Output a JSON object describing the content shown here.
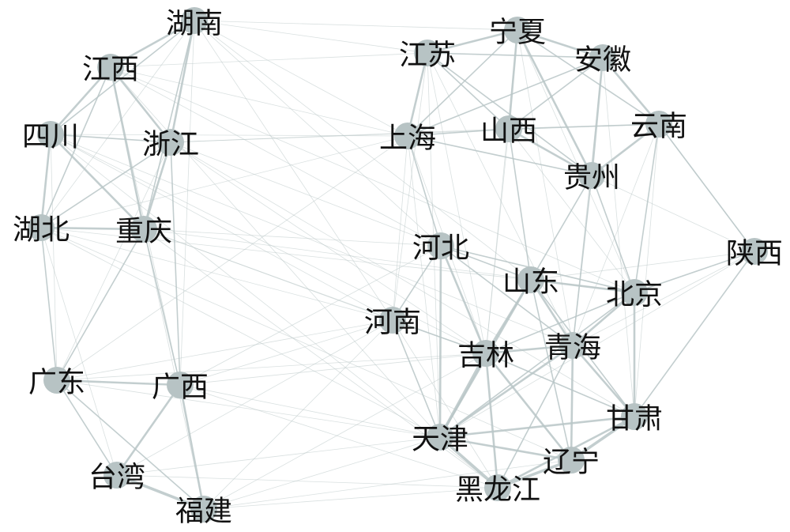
{
  "nodes": [
    {
      "id": "hunan",
      "label": "湖南"
    },
    {
      "id": "jiangxi",
      "label": "江西"
    },
    {
      "id": "sichuan",
      "label": "四川"
    },
    {
      "id": "zhejiang",
      "label": "浙江"
    },
    {
      "id": "hubei",
      "label": "湖北"
    },
    {
      "id": "chongqing",
      "label": "重庆"
    },
    {
      "id": "guangdong",
      "label": "广东"
    },
    {
      "id": "guangxi",
      "label": "广西"
    },
    {
      "id": "taiwan",
      "label": "台湾"
    },
    {
      "id": "fujian",
      "label": "福建"
    },
    {
      "id": "jiangsu",
      "label": "江苏"
    },
    {
      "id": "ningxia",
      "label": "宁夏"
    },
    {
      "id": "anhui",
      "label": "安徽"
    },
    {
      "id": "yunnan",
      "label": "云南"
    },
    {
      "id": "shanghai",
      "label": "上海"
    },
    {
      "id": "shanxi",
      "label": "山西"
    },
    {
      "id": "guizhou",
      "label": "贵州"
    },
    {
      "id": "shaanxi",
      "label": "陕西"
    },
    {
      "id": "hebei",
      "label": "河北"
    },
    {
      "id": "shandong",
      "label": "山东"
    },
    {
      "id": "beijing",
      "label": "北京"
    },
    {
      "id": "henan",
      "label": "河南"
    },
    {
      "id": "jilin",
      "label": "吉林"
    },
    {
      "id": "qinghai",
      "label": "青海"
    },
    {
      "id": "gansu",
      "label": "甘肃"
    },
    {
      "id": "tianjin",
      "label": "天津"
    },
    {
      "id": "liaoning",
      "label": "辽宁"
    },
    {
      "id": "heilongjiang",
      "label": "黑龙江"
    }
  ],
  "edges": [
    [
      "hunan",
      "jiangxi",
      3
    ],
    [
      "hunan",
      "zhejiang",
      3
    ],
    [
      "hunan",
      "chongqing",
      2
    ],
    [
      "hunan",
      "sichuan",
      2
    ],
    [
      "hunan",
      "hubei",
      1
    ],
    [
      "jiangxi",
      "sichuan",
      3
    ],
    [
      "jiangxi",
      "zhejiang",
      3
    ],
    [
      "jiangxi",
      "chongqing",
      3
    ],
    [
      "jiangxi",
      "hubei",
      2
    ],
    [
      "sichuan",
      "hubei",
      3
    ],
    [
      "sichuan",
      "chongqing",
      3
    ],
    [
      "sichuan",
      "zhejiang",
      2
    ],
    [
      "zhejiang",
      "chongqing",
      3
    ],
    [
      "zhejiang",
      "hubei",
      2
    ],
    [
      "zhejiang",
      "guangxi",
      2
    ],
    [
      "zhejiang",
      "guangdong",
      1
    ],
    [
      "hubei",
      "chongqing",
      3
    ],
    [
      "hubei",
      "guangdong",
      2
    ],
    [
      "chongqing",
      "guangxi",
      2
    ],
    [
      "chongqing",
      "guangdong",
      2
    ],
    [
      "chongqing",
      "fujian",
      1
    ],
    [
      "guangdong",
      "guangxi",
      3
    ],
    [
      "guangdong",
      "taiwan",
      2
    ],
    [
      "guangdong",
      "fujian",
      2
    ],
    [
      "guangxi",
      "taiwan",
      3
    ],
    [
      "guangxi",
      "fujian",
      3
    ],
    [
      "taiwan",
      "fujian",
      4
    ],
    [
      "hubei",
      "taiwan",
      1
    ],
    [
      "sichuan",
      "guangdong",
      1
    ],
    [
      "jiangxi",
      "guangxi",
      1
    ],
    [
      "hunan",
      "guangxi",
      1
    ],
    [
      "jiangsu",
      "ningxia",
      3
    ],
    [
      "ningxia",
      "anhui",
      3
    ],
    [
      "anhui",
      "yunnan",
      3
    ],
    [
      "jiangsu",
      "shanghai",
      3
    ],
    [
      "jiangsu",
      "shanxi",
      2
    ],
    [
      "jiangsu",
      "guizhou",
      2
    ],
    [
      "jiangsu",
      "anhui",
      2
    ],
    [
      "ningxia",
      "shanxi",
      3
    ],
    [
      "ningxia",
      "guizhou",
      3
    ],
    [
      "ningxia",
      "shanghai",
      2
    ],
    [
      "ningxia",
      "yunnan",
      2
    ],
    [
      "anhui",
      "guizhou",
      3
    ],
    [
      "anhui",
      "shanxi",
      2
    ],
    [
      "anhui",
      "shanghai",
      2
    ],
    [
      "yunnan",
      "guizhou",
      3
    ],
    [
      "yunnan",
      "shanxi",
      2
    ],
    [
      "yunnan",
      "beijing",
      2
    ],
    [
      "yunnan",
      "shaanxi",
      1
    ],
    [
      "shanghai",
      "shanxi",
      2
    ],
    [
      "shanghai",
      "guizhou",
      2
    ],
    [
      "shanghai",
      "hebei",
      2
    ],
    [
      "shanghai",
      "henan",
      1
    ],
    [
      "shanxi",
      "guizhou",
      3
    ],
    [
      "shanxi",
      "shandong",
      2
    ],
    [
      "guizhou",
      "shandong",
      2
    ],
    [
      "guizhou",
      "qinghai",
      2
    ],
    [
      "guizhou",
      "beijing",
      2
    ],
    [
      "shaanxi",
      "beijing",
      2
    ],
    [
      "shaanxi",
      "gansu",
      2
    ],
    [
      "shaanxi",
      "yunnan",
      2
    ],
    [
      "shaanxi",
      "guizhou",
      1
    ],
    [
      "shaanxi",
      "shandong",
      1
    ],
    [
      "shaanxi",
      "qinghai",
      1
    ],
    [
      "shaanxi",
      "tianjin",
      1
    ],
    [
      "hebei",
      "henan",
      2
    ],
    [
      "hebei",
      "shandong",
      2
    ],
    [
      "hebei",
      "jilin",
      3
    ],
    [
      "hebei",
      "tianjin",
      3
    ],
    [
      "hebei",
      "beijing",
      2
    ],
    [
      "hebei",
      "qinghai",
      2
    ],
    [
      "shandong",
      "beijing",
      3
    ],
    [
      "shandong",
      "jilin",
      3
    ],
    [
      "shandong",
      "qinghai",
      3
    ],
    [
      "shandong",
      "tianjin",
      3
    ],
    [
      "shandong",
      "gansu",
      2
    ],
    [
      "shandong",
      "liaoning",
      2
    ],
    [
      "beijing",
      "qinghai",
      3
    ],
    [
      "beijing",
      "gansu",
      3
    ],
    [
      "beijing",
      "jilin",
      2
    ],
    [
      "beijing",
      "tianjin",
      2
    ],
    [
      "henan",
      "jilin",
      2
    ],
    [
      "henan",
      "tianjin",
      2
    ],
    [
      "henan",
      "heilongjiang",
      1
    ],
    [
      "jilin",
      "qinghai",
      3
    ],
    [
      "jilin",
      "tianjin",
      4
    ],
    [
      "jilin",
      "heilongjiang",
      3
    ],
    [
      "jilin",
      "liaoning",
      3
    ],
    [
      "jilin",
      "gansu",
      2
    ],
    [
      "qinghai",
      "gansu",
      3
    ],
    [
      "qinghai",
      "liaoning",
      3
    ],
    [
      "qinghai",
      "tianjin",
      3
    ],
    [
      "qinghai",
      "heilongjiang",
      2
    ],
    [
      "gansu",
      "liaoning",
      4
    ],
    [
      "gansu",
      "tianjin",
      3
    ],
    [
      "gansu",
      "heilongjiang",
      3
    ],
    [
      "tianjin",
      "heilongjiang",
      4
    ],
    [
      "tianjin",
      "liaoning",
      3
    ],
    [
      "liaoning",
      "heilongjiang",
      4
    ],
    [
      "hunan",
      "jiangsu",
      1
    ],
    [
      "hunan",
      "ningxia",
      1
    ],
    [
      "hunan",
      "shanghai",
      1
    ],
    [
      "hunan",
      "hebei",
      1
    ],
    [
      "hunan",
      "henan",
      1
    ],
    [
      "hunan",
      "shandong",
      1
    ],
    [
      "jiangxi",
      "jiangsu",
      1
    ],
    [
      "jiangxi",
      "shanghai",
      1
    ],
    [
      "jiangxi",
      "hebei",
      1
    ],
    [
      "jiangxi",
      "tianjin",
      1
    ],
    [
      "jiangxi",
      "beijing",
      1
    ],
    [
      "sichuan",
      "shanghai",
      1
    ],
    [
      "sichuan",
      "henan",
      1
    ],
    [
      "sichuan",
      "jilin",
      1
    ],
    [
      "sichuan",
      "qinghai",
      1
    ],
    [
      "sichuan",
      "heilongjiang",
      1
    ],
    [
      "zhejiang",
      "shanxi",
      1
    ],
    [
      "zhejiang",
      "hebei",
      1
    ],
    [
      "zhejiang",
      "jilin",
      1
    ],
    [
      "zhejiang",
      "gansu",
      1
    ],
    [
      "zhejiang",
      "yunnan",
      1
    ],
    [
      "hubei",
      "shanghai",
      1
    ],
    [
      "hubei",
      "henan",
      1
    ],
    [
      "hubei",
      "tianjin",
      1
    ],
    [
      "hubei",
      "liaoning",
      1
    ],
    [
      "hubei",
      "shandong",
      1
    ],
    [
      "chongqing",
      "hebei",
      1
    ],
    [
      "chongqing",
      "henan",
      1
    ],
    [
      "chongqing",
      "jilin",
      1
    ],
    [
      "chongqing",
      "heilongjiang",
      1
    ],
    [
      "chongqing",
      "beijing",
      1
    ],
    [
      "guangdong",
      "tianjin",
      1
    ],
    [
      "guangdong",
      "henan",
      1
    ],
    [
      "guangdong",
      "jilin",
      1
    ],
    [
      "guangdong",
      "shanghai",
      1
    ],
    [
      "guangxi",
      "henan",
      1
    ],
    [
      "guangxi",
      "tianjin",
      1
    ],
    [
      "guangxi",
      "jilin",
      1
    ],
    [
      "guangxi",
      "heilongjiang",
      1
    ],
    [
      "guangxi",
      "hebei",
      1
    ],
    [
      "taiwan",
      "tianjin",
      1
    ],
    [
      "taiwan",
      "heilongjiang",
      1
    ],
    [
      "taiwan",
      "henan",
      1
    ],
    [
      "fujian",
      "tianjin",
      1
    ],
    [
      "fujian",
      "heilongjiang",
      1
    ],
    [
      "fujian",
      "liaoning",
      1
    ],
    [
      "fujian",
      "henan",
      1
    ],
    [
      "fujian",
      "jilin",
      1
    ],
    [
      "jiangsu",
      "henan",
      1
    ],
    [
      "jiangsu",
      "jilin",
      1
    ],
    [
      "jiangsu",
      "tianjin",
      1
    ],
    [
      "jiangsu",
      "qinghai",
      1
    ],
    [
      "ningxia",
      "jilin",
      1
    ],
    [
      "ningxia",
      "qinghai",
      1
    ],
    [
      "ningxia",
      "beijing",
      1
    ],
    [
      "anhui",
      "qinghai",
      1
    ],
    [
      "anhui",
      "gansu",
      1
    ],
    [
      "shanghai",
      "tianjin",
      1
    ],
    [
      "shanghai",
      "jilin",
      1
    ],
    [
      "shanxi",
      "jilin",
      1
    ],
    [
      "shanxi",
      "beijing",
      1
    ],
    [
      "yunnan",
      "gansu",
      1
    ],
    [
      "yunnan",
      "qinghai",
      1
    ]
  ]
}
